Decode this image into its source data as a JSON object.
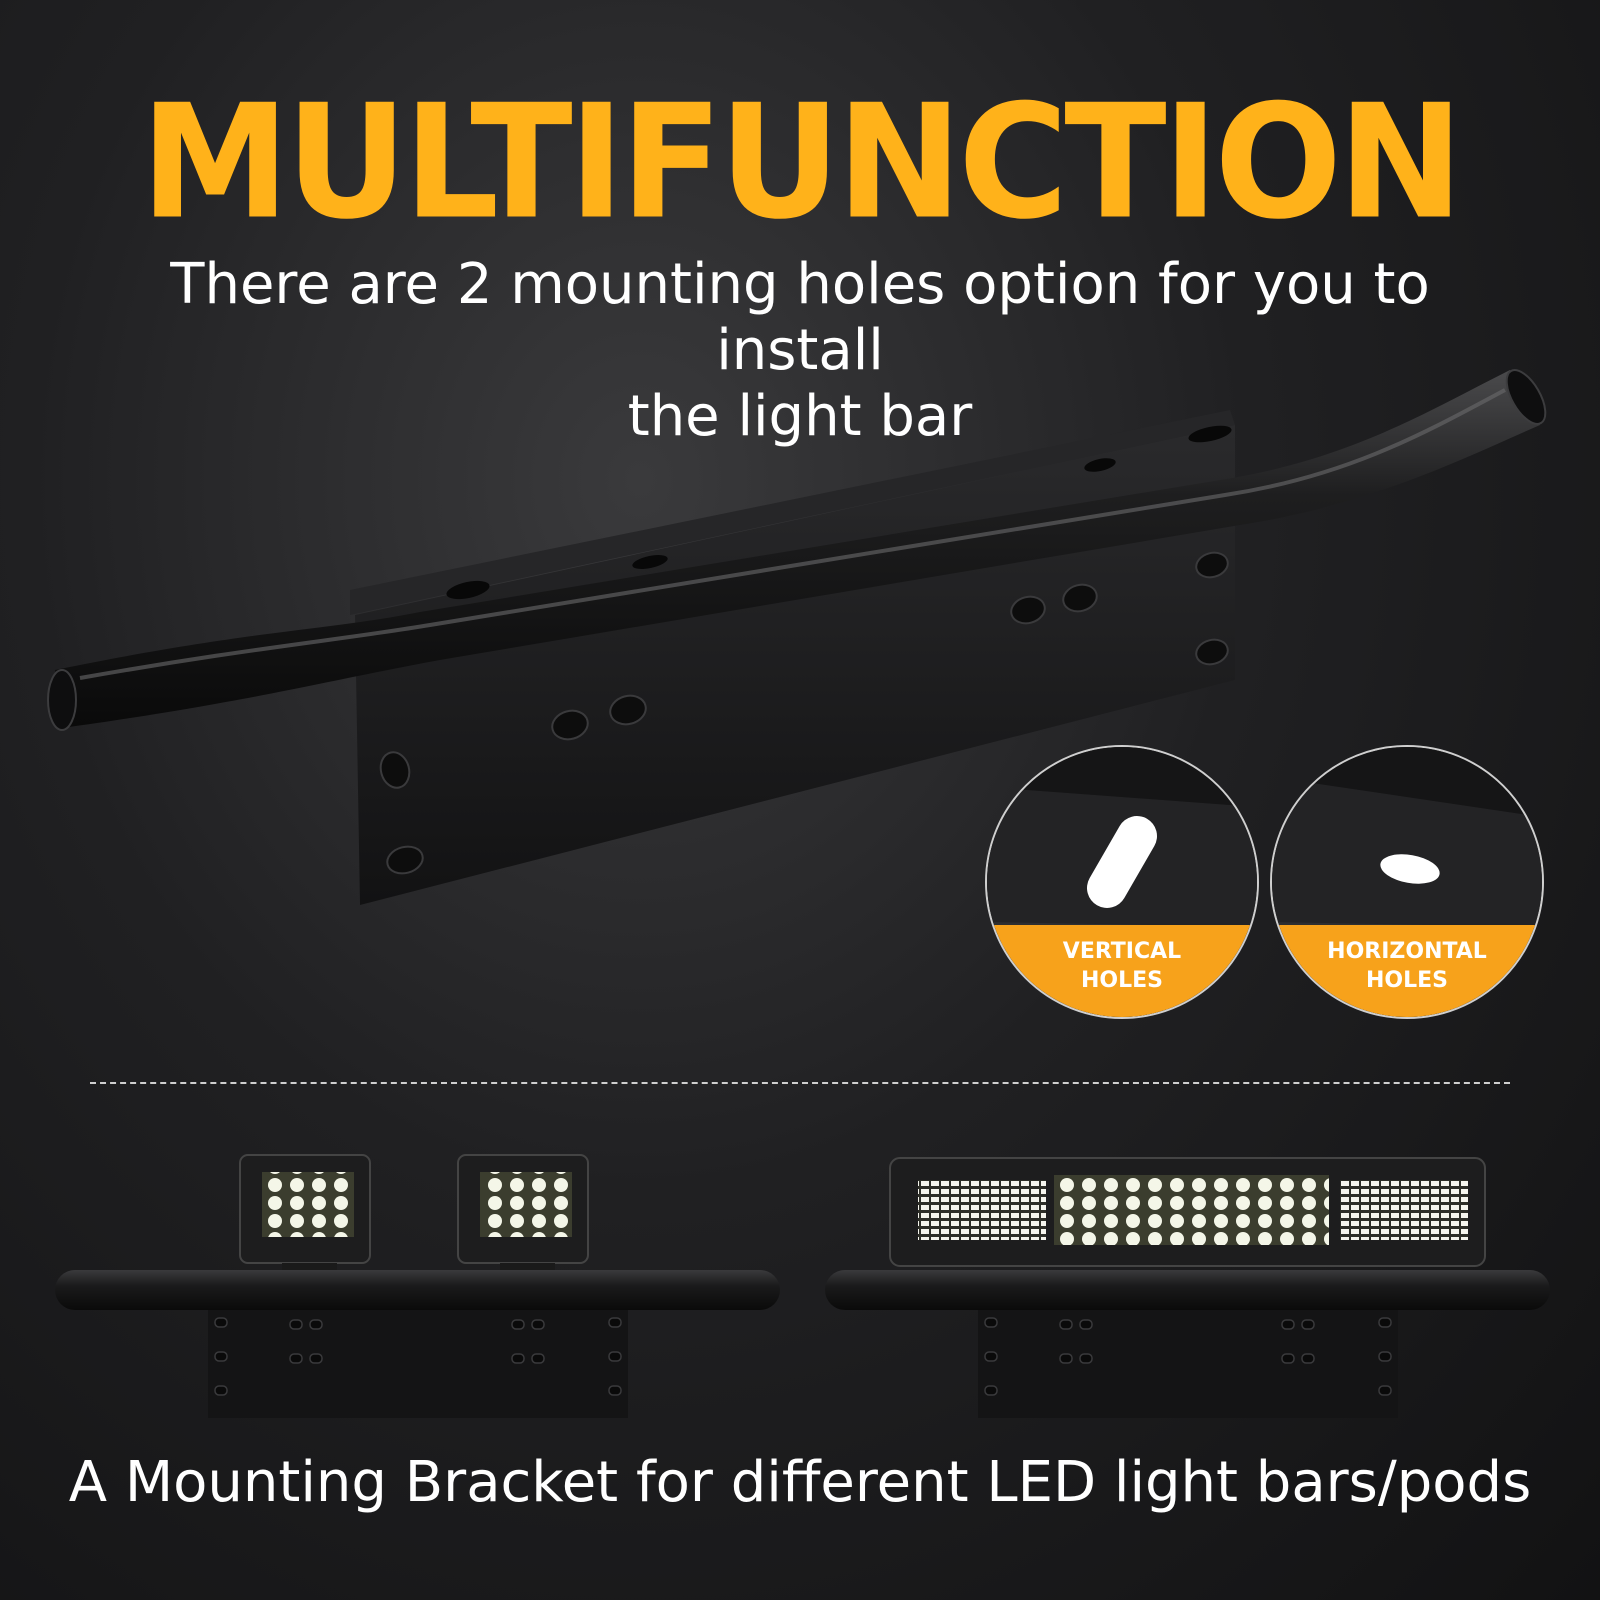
{
  "headline": "MULTIFUNCTION",
  "subline": {
    "line1": "There are 2 mounting holes option for you to install",
    "line2": "the light bar"
  },
  "hole_options": [
    {
      "line1": "VERTICAL",
      "line2": "HOLES"
    },
    {
      "line1": "HORIZONTAL",
      "line2": "HOLES"
    }
  ],
  "footer": "A Mounting Bracket for different LED light bars/pods",
  "colors": {
    "accent": "#f7a21b",
    "headline": "#ffb21a",
    "background": "#1c1c1d"
  }
}
